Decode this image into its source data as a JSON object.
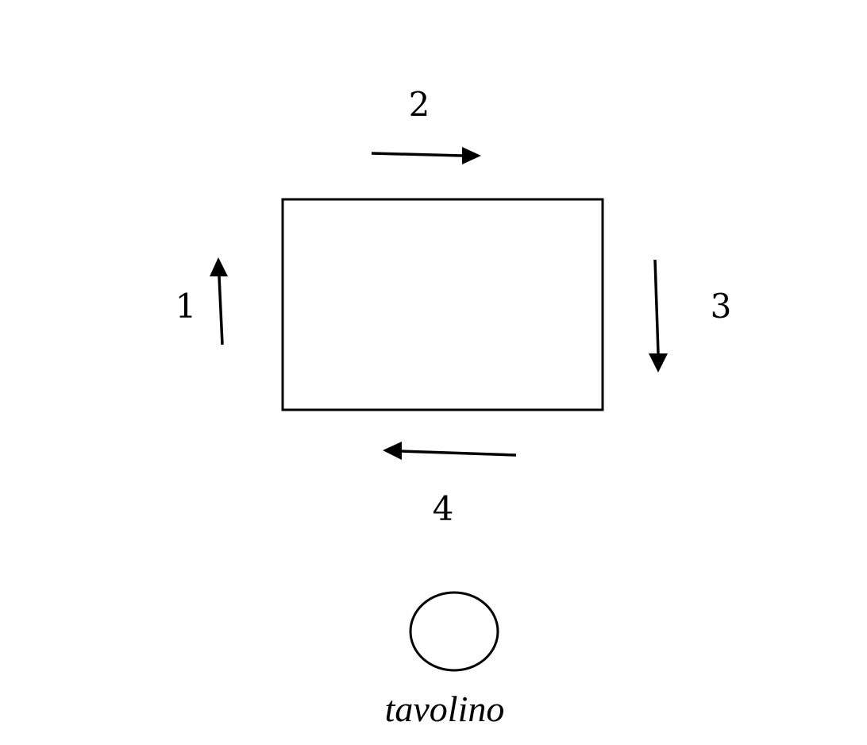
{
  "diagram": {
    "steps": [
      {
        "label": "1",
        "direction": "up"
      },
      {
        "label": "2",
        "direction": "right"
      },
      {
        "label": "3",
        "direction": "down"
      },
      {
        "label": "4",
        "direction": "left"
      }
    ],
    "table_label": "tavolino"
  },
  "colors": {
    "stroke": "#000000",
    "background": "#ffffff"
  }
}
